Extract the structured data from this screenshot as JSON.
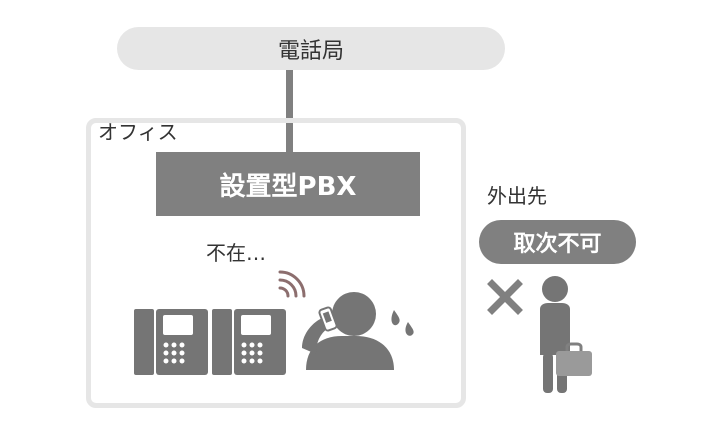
{
  "exchange": {
    "label": "電話局"
  },
  "office": {
    "label": "オフィス"
  },
  "pbx": {
    "label": "設置型PBX"
  },
  "status": {
    "absent": "不在…"
  },
  "outside": {
    "label": "外出先",
    "badge": "取次不可"
  },
  "colors": {
    "gray_dark": "#757575",
    "gray_mid": "#808080",
    "gray_light": "#e6e6e6",
    "signal_brown": "#8c6e6e",
    "text": "#333333"
  },
  "icons": [
    "desk-phone-icon",
    "caller-icon",
    "signal-waves-icon",
    "sweat-drop-icon",
    "cross-icon",
    "person-icon",
    "briefcase-icon"
  ]
}
